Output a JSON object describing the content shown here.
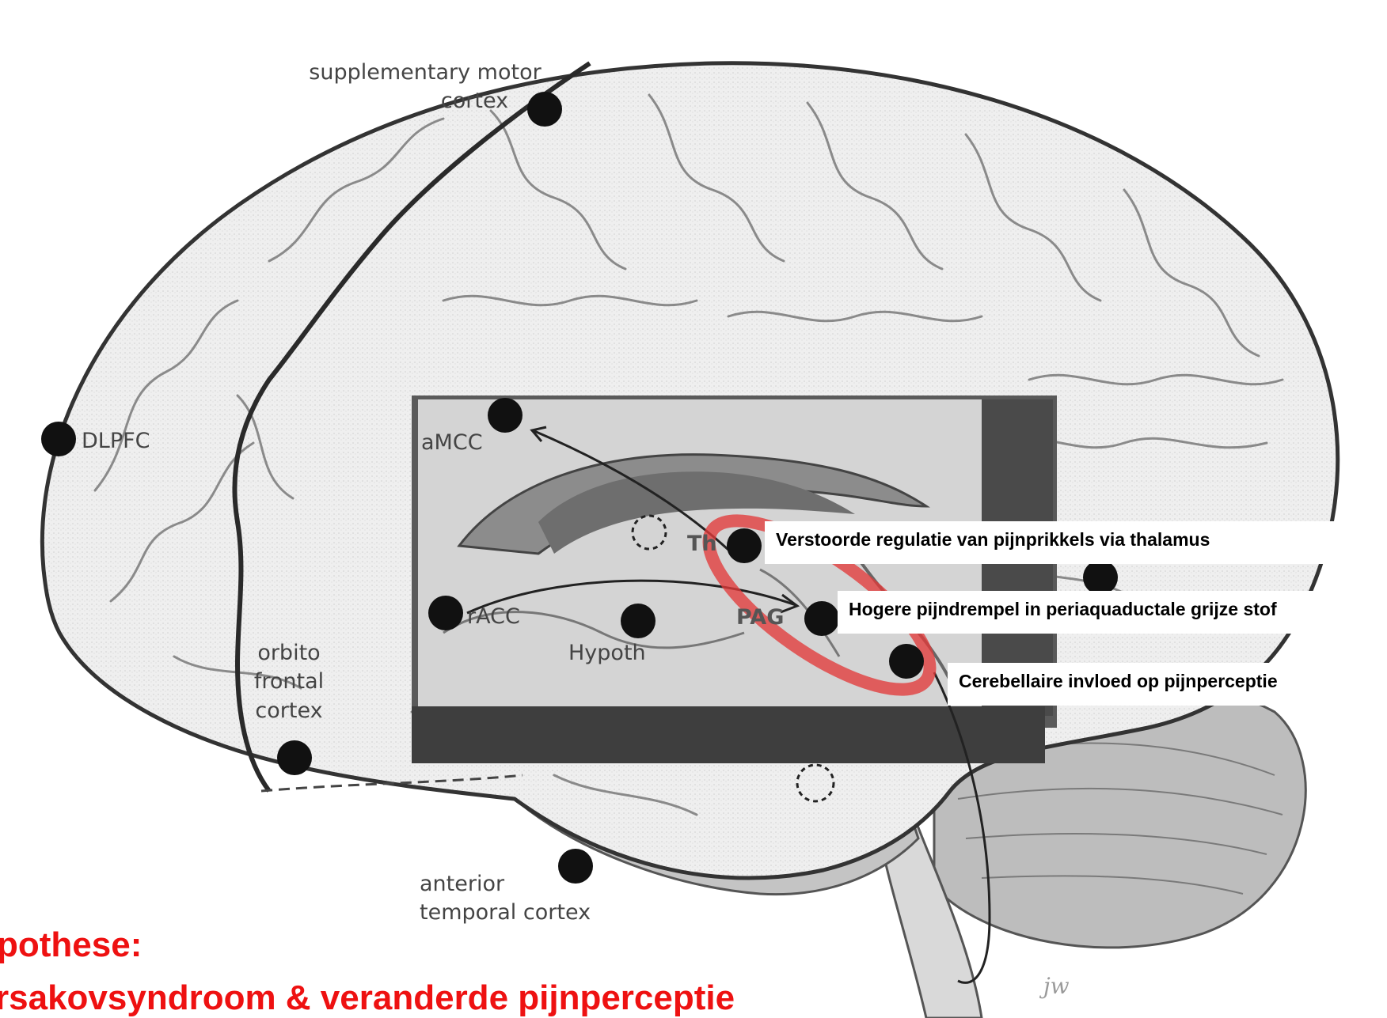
{
  "labels": {
    "supplementary_motor_cortex": [
      "supplementary motor",
      "cortex"
    ],
    "dlpfc": "DLPFC",
    "amcc": "aMCC",
    "th": "Th",
    "racc": "rACC",
    "hypoth": "Hypoth",
    "pag": "PAG",
    "orbito_frontal_cortex": [
      "orbito",
      "frontal",
      "cortex"
    ],
    "anterior_temporal_cortex": [
      "anterior",
      "temporal cortex"
    ]
  },
  "callouts": {
    "thalamus": "Verstoorde regulatie van pijnprikkels via thalamus",
    "pag": "Hogere pijndrempel in periaquaductale grijze stof",
    "cerebellum": "Cerebellaire invloed op pijnperceptie"
  },
  "hypothesis": {
    "line1": "pothese:",
    "line2": "rsakovsyndroom & veranderde pijnperceptie"
  },
  "signature": "jw",
  "colors": {
    "highlight_ellipse": "#e23a3a",
    "hypothesis_text": "#ee1111",
    "marker_dot": "#111111"
  }
}
